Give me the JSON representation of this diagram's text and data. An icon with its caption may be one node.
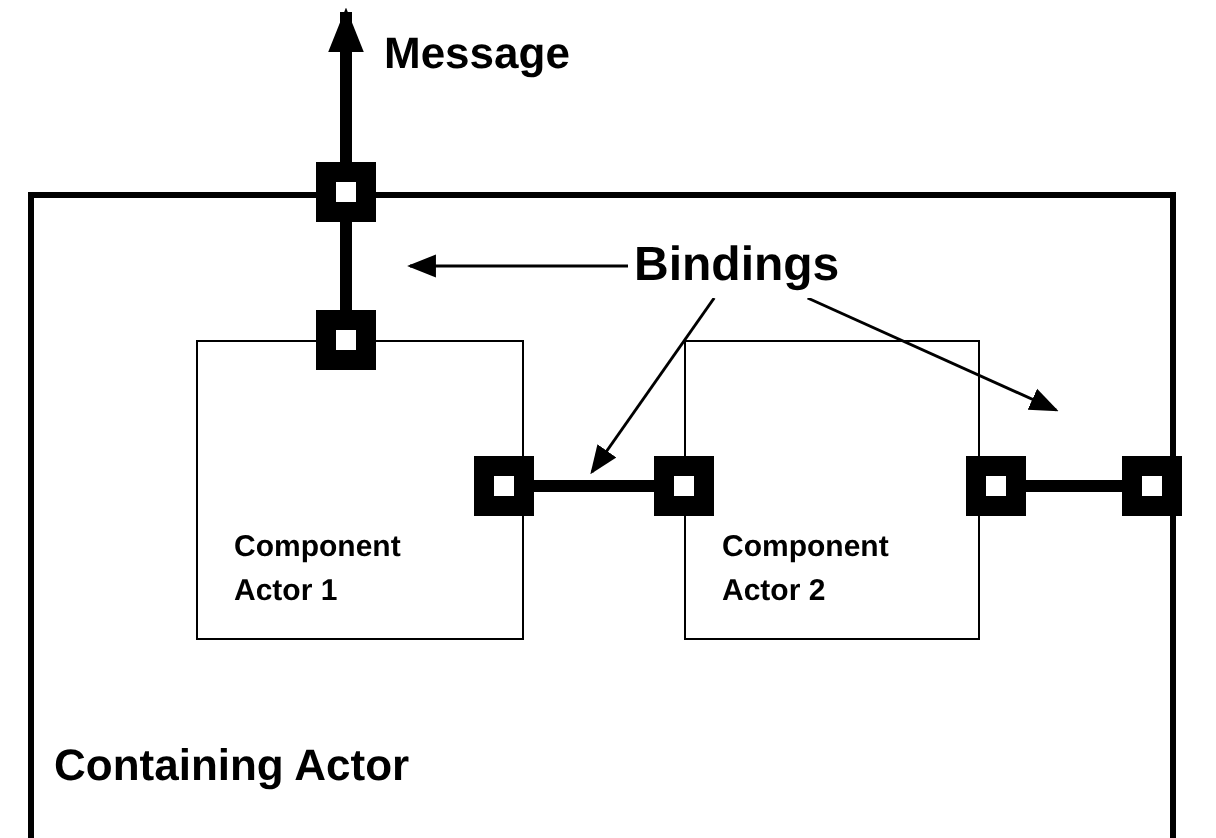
{
  "diagram": {
    "nodes": [
      {
        "text": [
          "Containing Actor"
        ]
      },
      {
        "text": [
          "Component Actor 1"
        ],
        "in": 0
      },
      {
        "text": [
          "Component Actor 2"
        ],
        "in": 0
      },
      {
        "text": [],
        "shape": "box"
      },
      {
        "text": [],
        "shape": "box",
        "in": 0
      },
      {
        "text": [],
        "shape": "box",
        "in": 0
      },
      {
        "text": [],
        "shape": "box",
        "in": 0
      },
      {
        "text": [],
        "shape": "box",
        "in": 0
      },
      {
        "text": [],
        "shape": "box"
      },
      {
        "text": [
          "Bindings"
        ],
        "in": 0
      }
    ],
    "edges": [
      {
        "from": 3,
        "to": null,
        "arrow": "to",
        "label": "Message"
      },
      {
        "from": 3,
        "to": 4,
        "arrow": "none"
      },
      {
        "from": 5,
        "to": 6,
        "arrow": "none"
      },
      {
        "from": 7,
        "to": 8,
        "arrow": "none"
      },
      {
        "from": 9,
        "to": null,
        "arrow": "to"
      },
      {
        "from": 9,
        "to": null,
        "arrow": "to"
      },
      {
        "from": 9,
        "to": null,
        "arrow": "to"
      }
    ]
  }
}
